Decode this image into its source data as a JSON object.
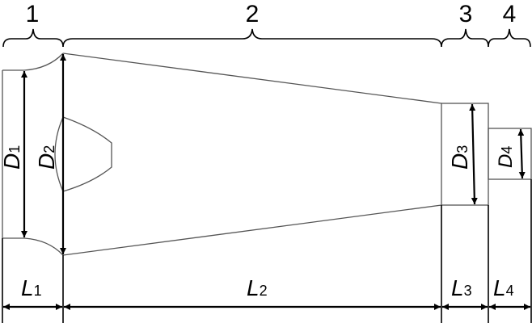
{
  "sections": [
    "1",
    "2",
    "3",
    "4"
  ],
  "diameters": [
    {
      "main": "D",
      "sub": "1"
    },
    {
      "main": "D",
      "sub": "2"
    },
    {
      "main": "D",
      "sub": "3"
    },
    {
      "main": "D",
      "sub": "4"
    }
  ],
  "lengths": [
    {
      "main": "L",
      "sub": "1"
    },
    {
      "main": "L",
      "sub": "2"
    },
    {
      "main": "L",
      "sub": "3"
    },
    {
      "main": "L",
      "sub": "4"
    }
  ]
}
